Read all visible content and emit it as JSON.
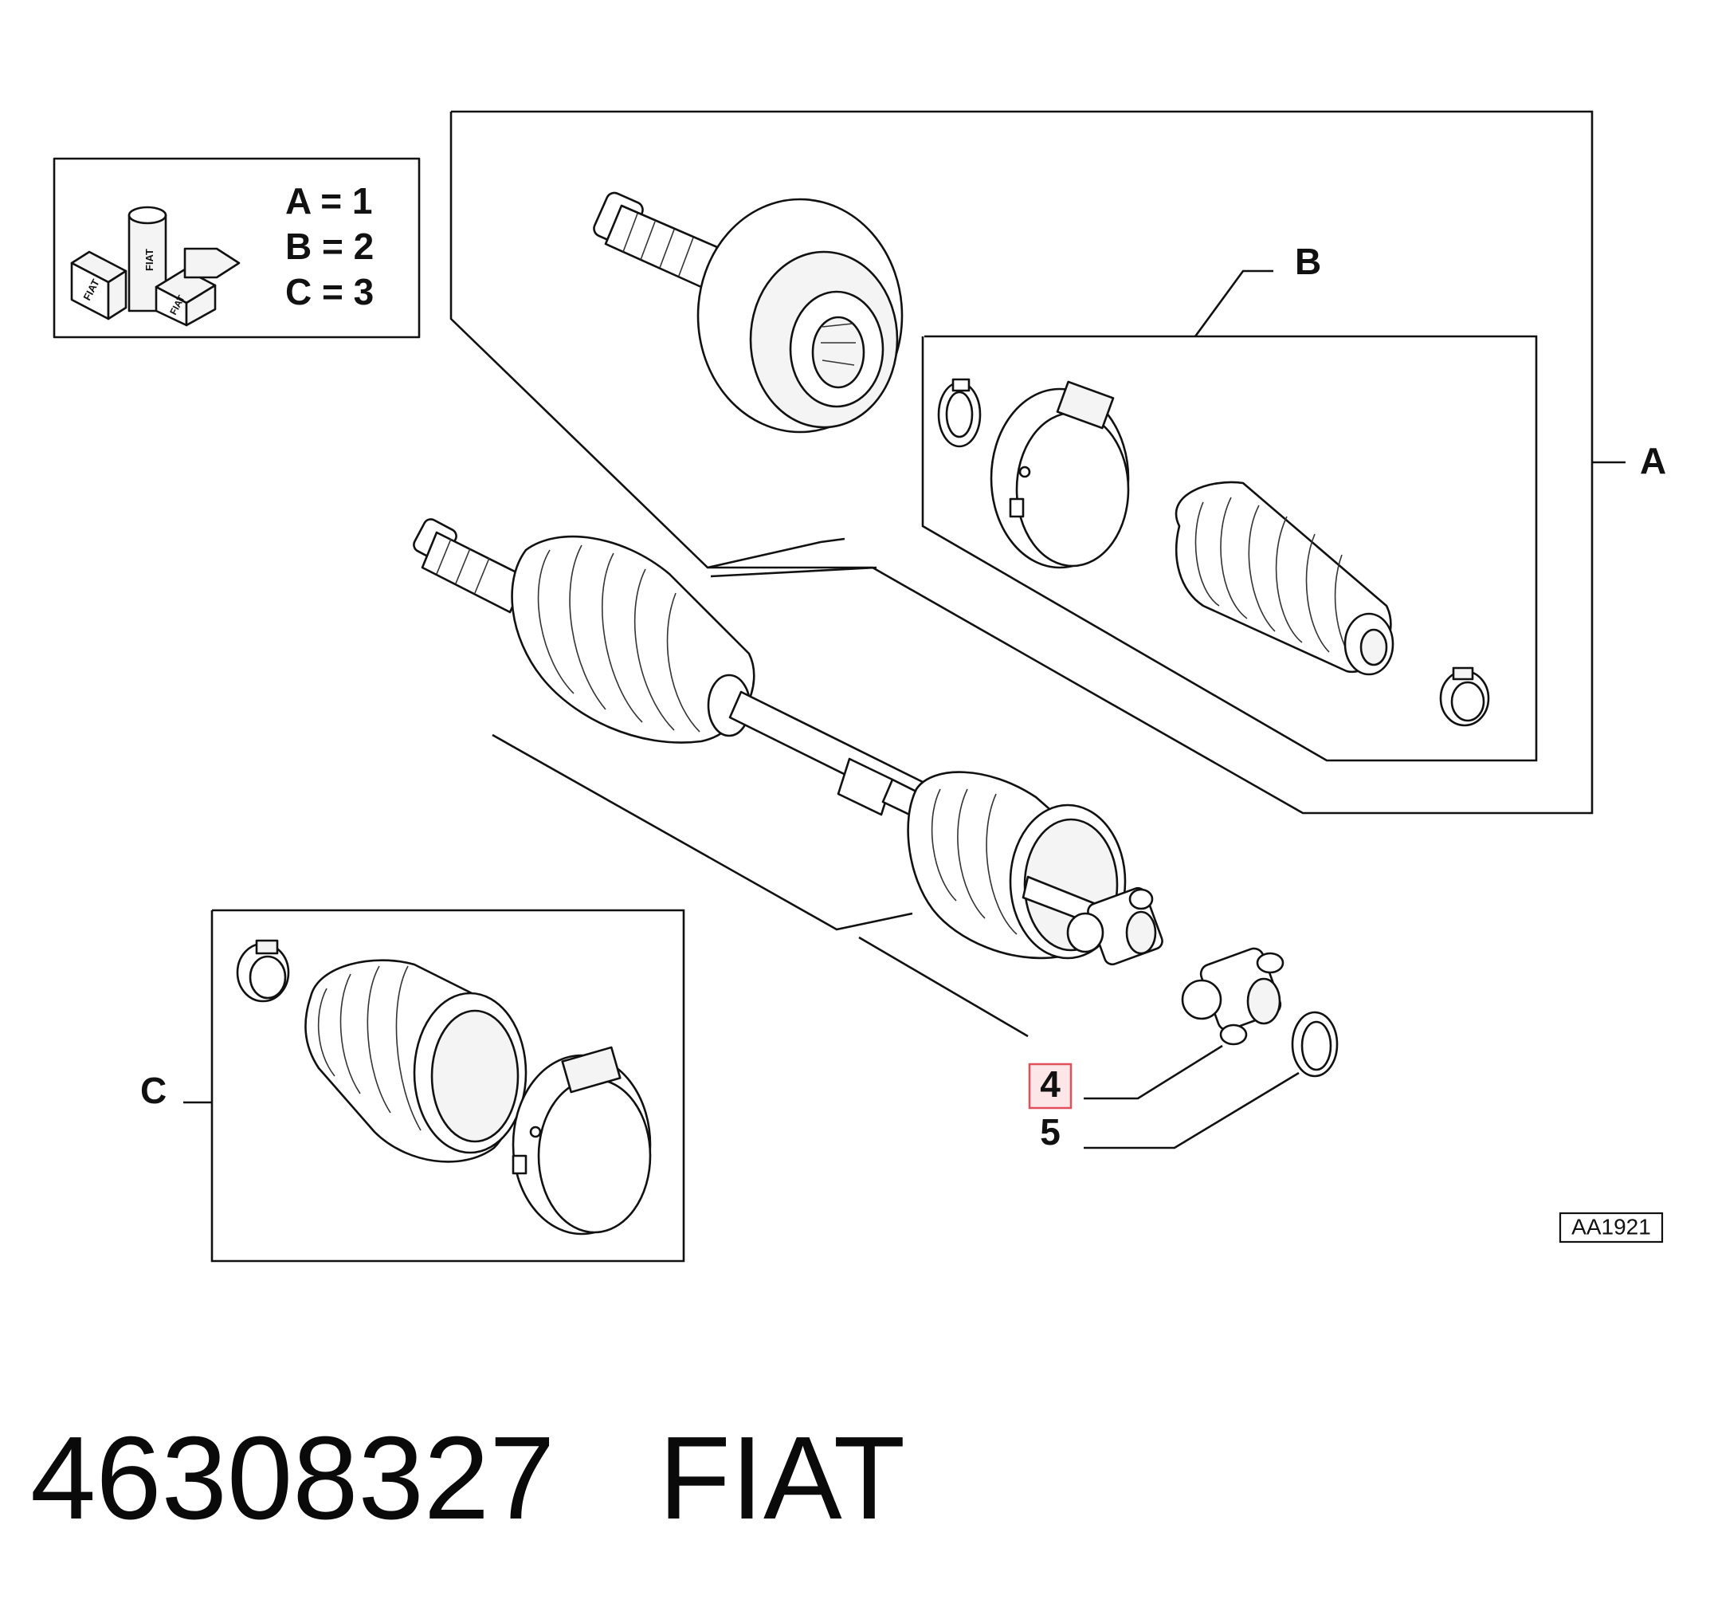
{
  "kit_legend": {
    "lines": [
      "A = 1",
      "B = 2",
      "C = 3"
    ],
    "logo_text": "FIAT"
  },
  "callouts": {
    "A": "A",
    "B": "B",
    "C": "C",
    "item_4": "4",
    "item_5": "5"
  },
  "highlighted_callout": "4",
  "drawing_code": "AA1921",
  "caption": {
    "part_number": "46308327",
    "brand": "FIAT"
  },
  "colors": {
    "line": "#111111",
    "highlight_border": "#e0505a",
    "highlight_fill": "#fde6e8"
  }
}
